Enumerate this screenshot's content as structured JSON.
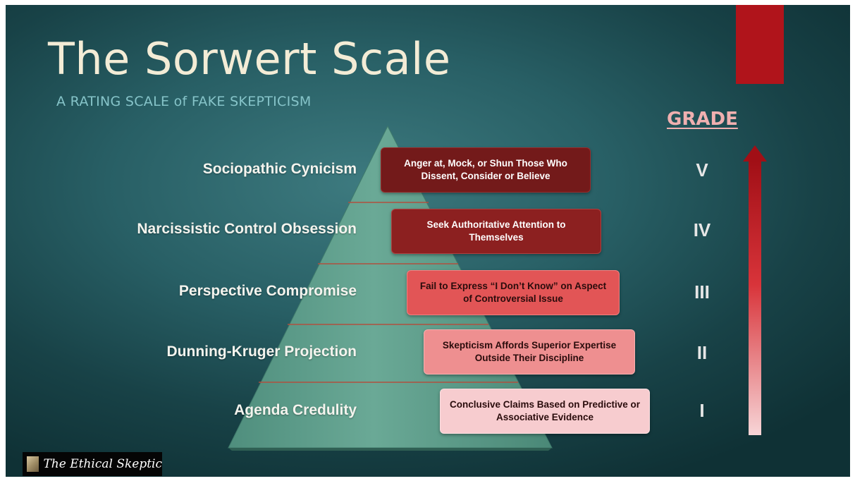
{
  "title": "The Sorwert Scale",
  "subtitle": "A RATING SCALE of FAKE SKEPTICISM",
  "grade_header": "GRADE",
  "levels": [
    {
      "label": "Sociopathic Cynicism",
      "description": "Anger at, Mock, or Shun Those Who Dissent, Consider or Believe",
      "grade": "V"
    },
    {
      "label": "Narcissistic Control Obsession",
      "description": "Seek Authoritative Attention to Themselves",
      "grade": "IV"
    },
    {
      "label": "Perspective Compromise",
      "description": "Fail to Express “I Don’t Know” on Aspect of Controversial Issue",
      "grade": "III"
    },
    {
      "label": "Dunning-Kruger Projection",
      "description": "Skepticism Affords Superior Expertise Outside Their Discipline",
      "grade": "II"
    },
    {
      "label": "Agenda Credulity",
      "description": "Conclusive Claims Based on Predictive or Associative Evidence",
      "grade": "I"
    }
  ],
  "colors": {
    "pyramid": "#5f9d8b",
    "box_fills": [
      "#731a1a",
      "#8c2020",
      "#e25556",
      "#ee8f90",
      "#f7cccf"
    ],
    "box_text": [
      "#ffffff",
      "#ffffff",
      "#2a0c0c",
      "#2a0c0c",
      "#2a0c0c"
    ],
    "arrow_top": "#a10f16",
    "arrow_bottom": "#f7d5d7",
    "red_tab": "#b0141b"
  },
  "logo": {
    "text": "The Ethical Skeptic"
  }
}
